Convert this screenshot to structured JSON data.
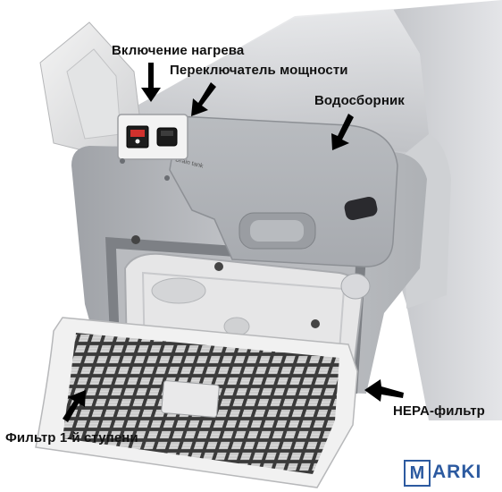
{
  "labels": {
    "heat_switch": "Включение нагрева",
    "power_switch": "Переключатель мощности",
    "drain_tank": "Водосборник",
    "hepa_filter": "HEPA-фильтр",
    "stage1_filter": "Фильтр 1-й ступени"
  },
  "device_markings": {
    "drain_tank_embossed": "Drain tank"
  },
  "brand": {
    "letter": "M",
    "rest": "ARKI",
    "accent": "I"
  },
  "colors": {
    "body_steel": "#c9cbcf",
    "panel_plastic": "#e9e9e9",
    "switch_red": "#d0312d",
    "brand_blue": "#2c5aa0",
    "text": "#111111"
  }
}
